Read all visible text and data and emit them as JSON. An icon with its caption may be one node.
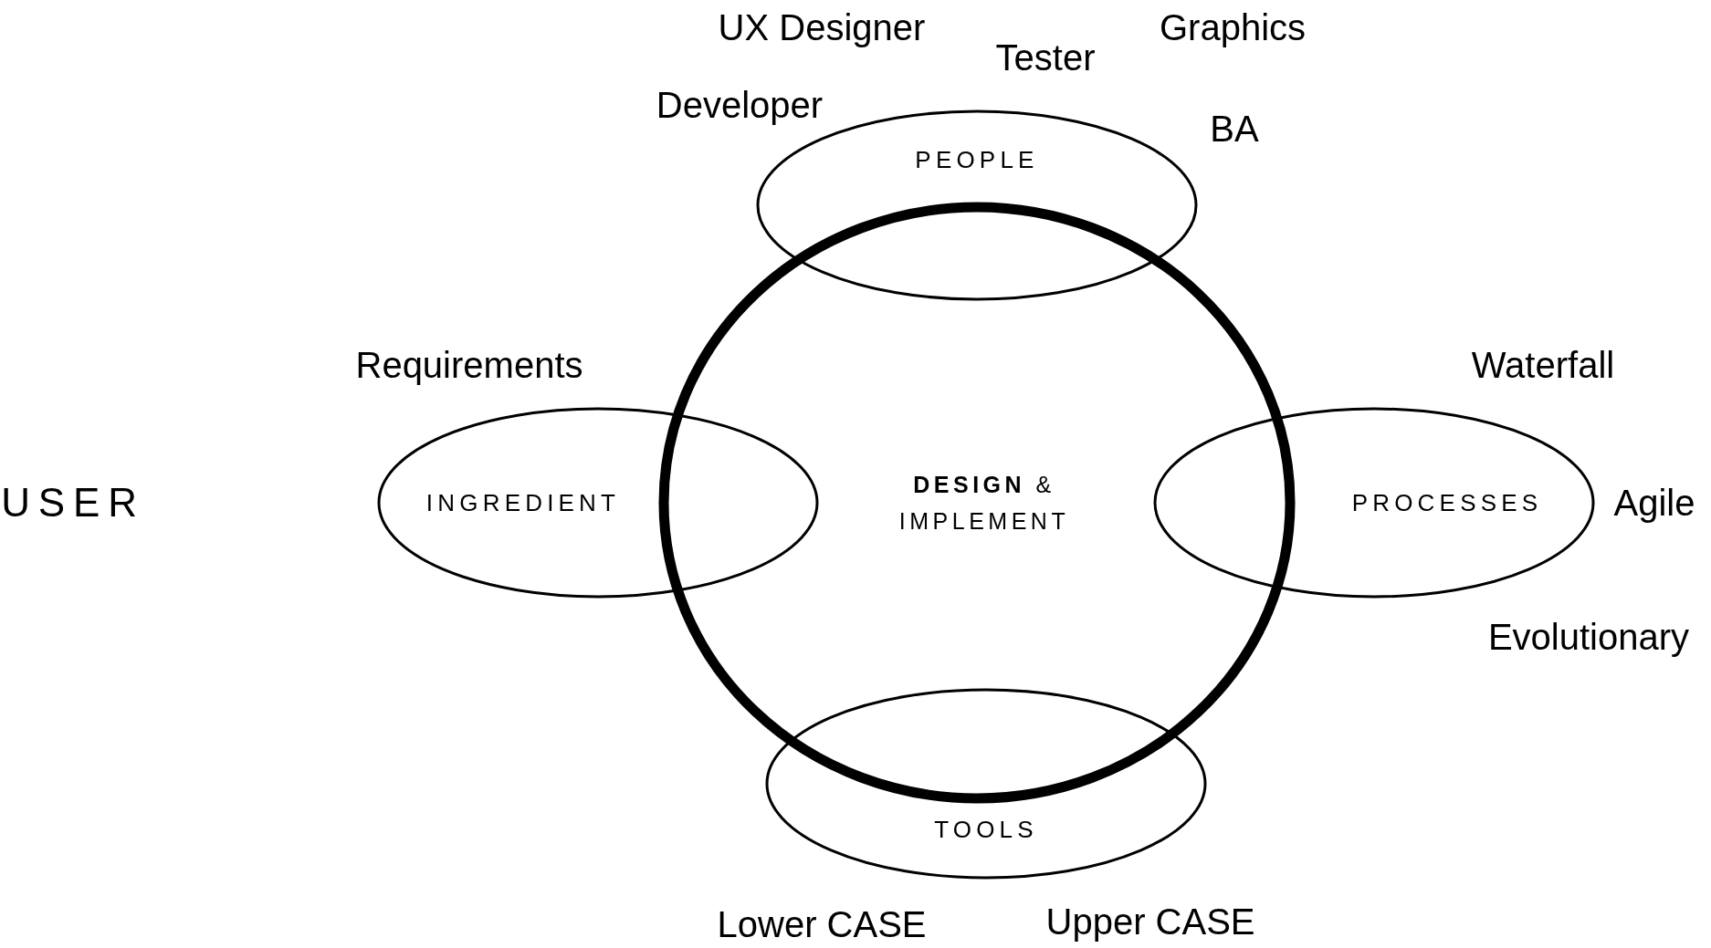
{
  "diagram": {
    "nodes": [
      {
        "text": [
          "PEOPLE"
        ]
      },
      {
        "text": [
          "INGREDIENT"
        ]
      },
      {
        "text": [
          "**DESIGN** & IMPLEMENT"
        ]
      },
      {
        "text": [
          "PROCESSES"
        ]
      },
      {
        "text": [
          "TOOLS"
        ]
      }
    ],
    "labels": [
      "UX Designer",
      "Graphics",
      "Tester",
      "Developer",
      "BA",
      "Requirements",
      "Waterfall",
      "USER",
      "Agile",
      "Evolutionary",
      "Lower CASE",
      "Upper CASE"
    ]
  }
}
